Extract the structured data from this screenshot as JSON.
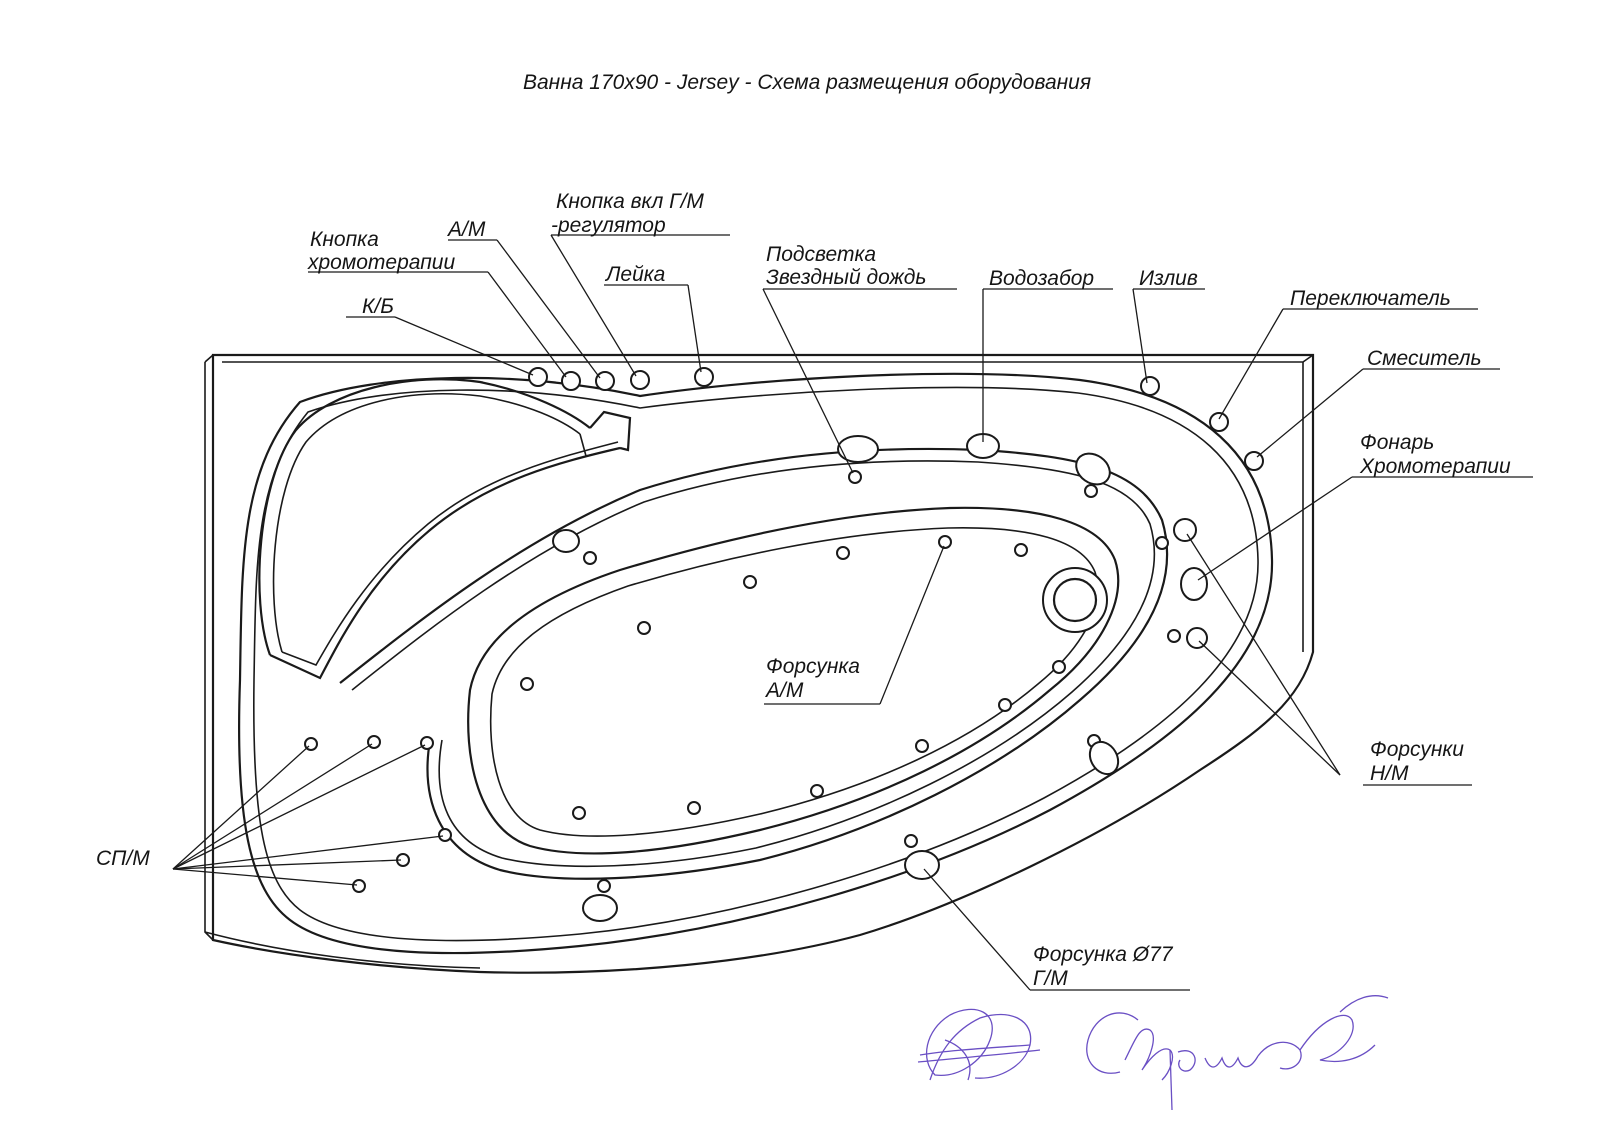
{
  "title": "Ванна 170х90 - Jersey - Схема размещения оборудования",
  "labels": {
    "knopka_chromo_1": "Кнопка",
    "knopka_chromo_2": "хромотерапии",
    "am": "А/М",
    "knopka_gm_1": "Кнопка вкл Г/М",
    "knopka_gm_2": "-регулятор",
    "leika": "Лейка",
    "kb": "К/Б",
    "podsvetka_1": "Подсветка",
    "podsvetka_2": "Звездный дождь",
    "vodozabor": "Водозабор",
    "izliv": "Излив",
    "pereklyuchatel": "Переключатель",
    "smesitel": "Смеситель",
    "fonar_1": "Фонарь",
    "fonar_2": "Хромотерапии",
    "forsunka_am_1": "Форсунка",
    "forsunka_am_2": "А/М",
    "forsunki_nm_1": "Форсунки",
    "forsunki_nm_2": "Н/М",
    "forsunka_77_1": "Форсунка Ø77",
    "forsunka_77_2": "Г/М",
    "spm": "СП/М"
  },
  "signature": "handwritten signature"
}
